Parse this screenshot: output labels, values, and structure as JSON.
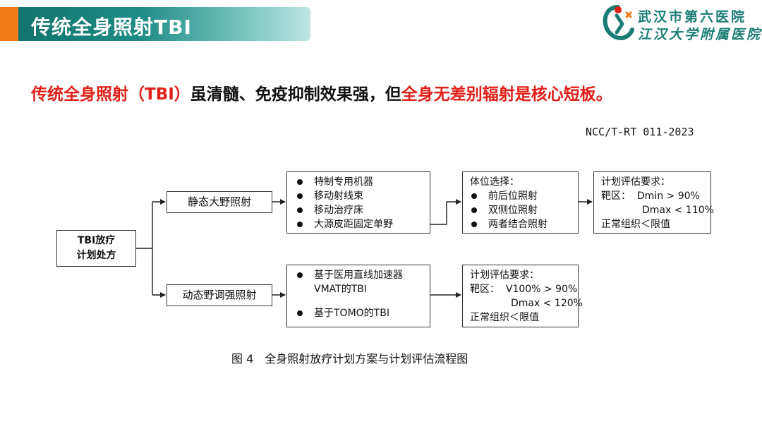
{
  "header": {
    "title": "传统全身照射TBI",
    "accent_color": "#f07b16",
    "bar_color": "#1f8c87"
  },
  "logo": {
    "icon": "hospital-logo-icon",
    "line1": "武汉市第六医院",
    "line2": "江汉大学附属医院",
    "color": "#1a7d74"
  },
  "headline": {
    "part1": "传统全身照射（TBI）",
    "part2": "虽清髓、免疫抑制效果强，但",
    "part3": "全身无差别辐射是核心短板。",
    "highlight_color": "#e0201a"
  },
  "citation": "NCC/T-RT 011-2023",
  "diagram": {
    "root": {
      "line1": "TBI放疗",
      "line2": "计划处方"
    },
    "static_branch": {
      "label": "静态大野照射",
      "features": [
        "特制专用机器",
        "移动射线束",
        "移动治疗床",
        "大源皮距固定单野"
      ],
      "position": {
        "title": "体位选择：",
        "items": [
          "前后位照射",
          "双侧位照射",
          "两者结合照射"
        ]
      },
      "evaluation": {
        "title": "计划评估要求：",
        "target_label": "靶区：",
        "target_line1": "Dmin > 90%",
        "target_line2": "Dmax < 110%",
        "normal": "正常组织＜限值"
      }
    },
    "dynamic_branch": {
      "label": "动态野调强照射",
      "feature1_line1": "基于医用直线加速器",
      "feature1_line2": "VMAT的TBI",
      "feature2": "基于TOMO的TBI",
      "evaluation": {
        "title": "计划评估要求：",
        "target_label": "靶区：",
        "target_line1": "V100% > 90%",
        "target_line2": "Dmax < 120%",
        "normal": "正常组织＜限值"
      }
    }
  },
  "caption": "图 4　全身照射放疗计划方案与计划评估流程图"
}
